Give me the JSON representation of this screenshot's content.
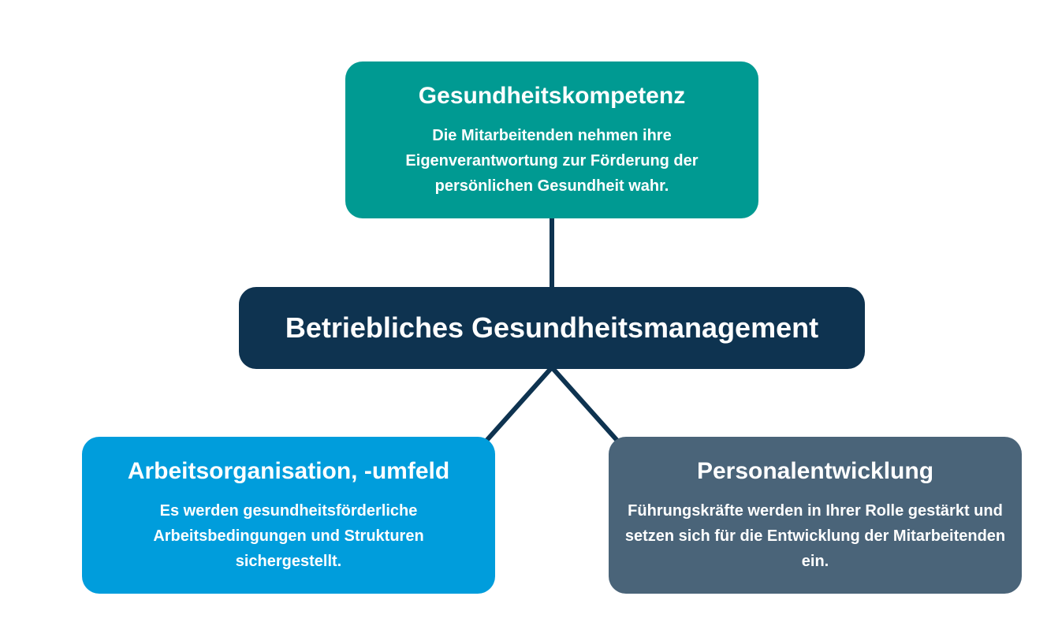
{
  "diagram": {
    "center": {
      "title": "Betriebliches Gesundheitsmanagement"
    },
    "top": {
      "title": "Gesundheitskompetenz",
      "description": "Die Mitarbeitenden nehmen ihre Eigenverantwortung zur Förderung der persönlichen Gesundheit wahr."
    },
    "left": {
      "title": "Arbeitsorganisation, -umfeld",
      "description": "Es werden gesundheitsförderliche Arbeitsbedingungen und Strukturen sichergestellt."
    },
    "right": {
      "title": "Personalentwicklung",
      "description": "Führungskräfte werden in Ihrer Rolle gestärkt und setzen sich für die Entwicklung der Mitarbeitenden ein."
    }
  },
  "colors": {
    "center": "#0e3350",
    "top": "#009a92",
    "left": "#009ddc",
    "right": "#4a6479",
    "connector": "#0e3350"
  }
}
